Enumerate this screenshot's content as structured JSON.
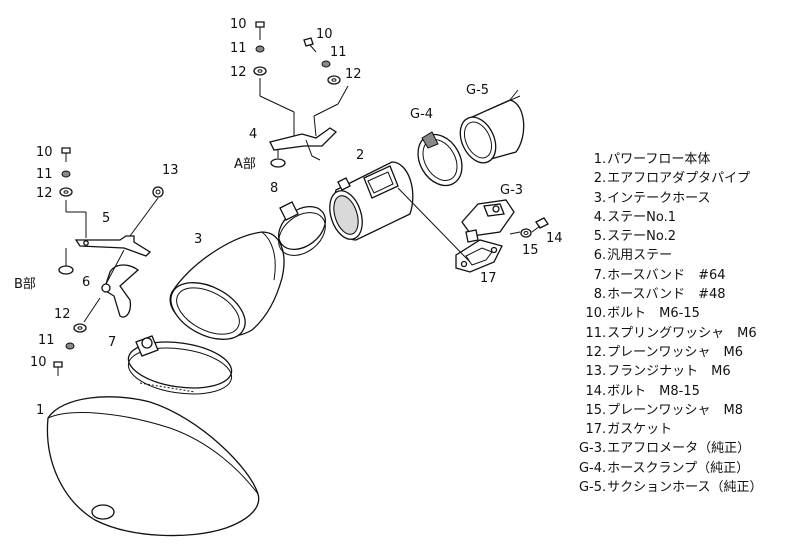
{
  "callouts": {
    "c10a": "10",
    "c11a": "11",
    "c12a": "12",
    "c10b": "10",
    "c11b": "11",
    "c12b": "12",
    "c4": "4",
    "c2": "2",
    "c8": "8",
    "c3": "3",
    "c13": "13",
    "c10c": "10",
    "c11c": "11",
    "c12c": "12",
    "c5": "5",
    "c6": "6",
    "c12d": "12",
    "c11d": "11",
    "c10d": "10",
    "c7": "7",
    "c1": "1",
    "cG4": "G-4",
    "cG5": "G-5",
    "cG3": "G-3",
    "c14": "14",
    "c15": "15",
    "c17": "17"
  },
  "area_labels": {
    "a": "A部",
    "b": "B部"
  },
  "legend": [
    {
      "num": "1",
      "name": "パワーフロー本体"
    },
    {
      "num": "2",
      "name": "エアフロアダプタパイプ"
    },
    {
      "num": "3",
      "name": "インテークホース"
    },
    {
      "num": "4",
      "name": "ステーNo.1"
    },
    {
      "num": "5",
      "name": "ステーNo.2"
    },
    {
      "num": "6",
      "name": "汎用ステー"
    },
    {
      "num": "7",
      "name": "ホースバンド　#64"
    },
    {
      "num": "8",
      "name": "ホースバンド　#48"
    },
    {
      "num": "10",
      "name": "ボルト　M6-15"
    },
    {
      "num": "11",
      "name": "スプリングワッシャ　M6"
    },
    {
      "num": "12",
      "name": "プレーンワッシャ　M6"
    },
    {
      "num": "13",
      "name": "フランジナット　M6"
    },
    {
      "num": "14",
      "name": "ボルト　M8-15"
    },
    {
      "num": "15",
      "name": "プレーンワッシャ　M8"
    },
    {
      "num": "17",
      "name": "ガスケット"
    },
    {
      "num": "G-3",
      "name": "エアフロメータ（純正）"
    },
    {
      "num": "G-4",
      "name": "ホースクランプ（純正）"
    },
    {
      "num": "G-5",
      "name": "サクションホース（純正）"
    }
  ]
}
